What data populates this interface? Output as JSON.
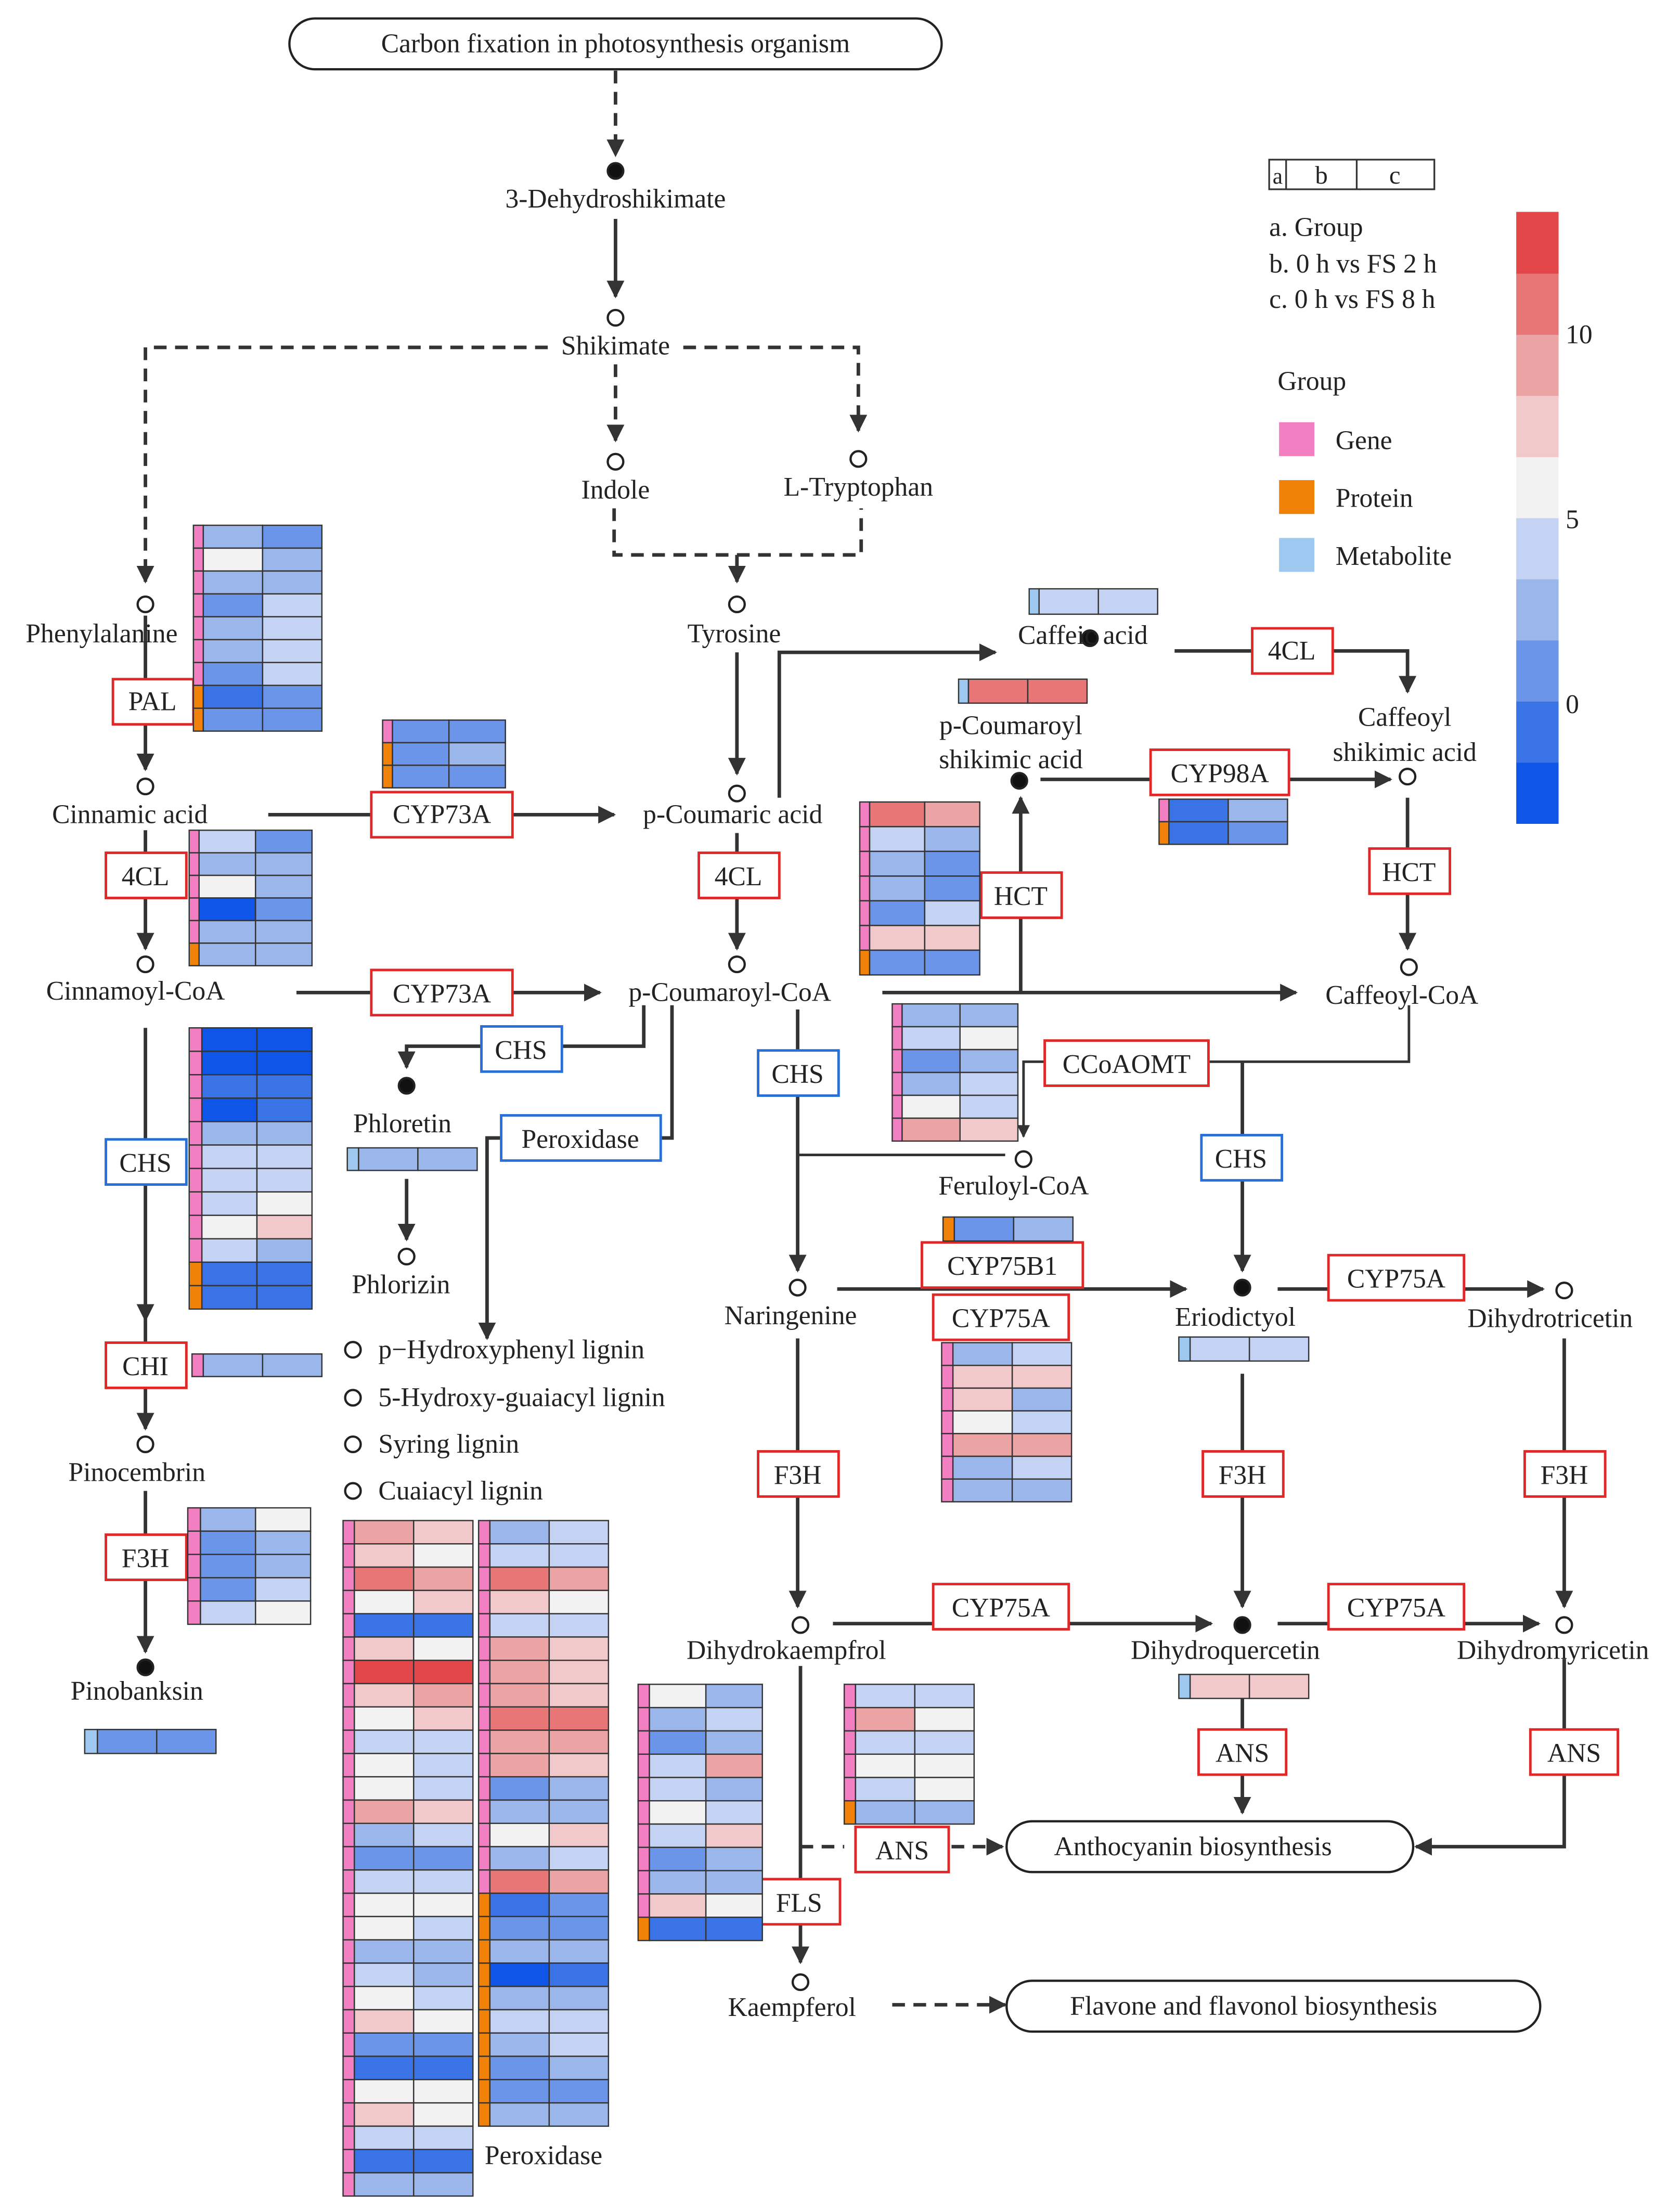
{
  "colors": {
    "gene": "#f27fc1",
    "protein": "#f0820a",
    "metabolite": "#9ec8ef",
    "enzyme_up": "#e02828",
    "enzyme_other": "#2a6fd6",
    "line": "#333333"
  },
  "scale": {
    "stops": [
      "#0f55e8",
      "#3a73e6",
      "#6a95e8",
      "#9bb6eb",
      "#c4d3f3",
      "#f2f2f2",
      "#f2c9cb",
      "#eca3a4",
      "#e87677",
      "#e4474a"
    ],
    "ticks": [
      "10",
      "5",
      "0"
    ]
  },
  "legend": {
    "key_a": "a",
    "key_b": "b",
    "key_c": "c",
    "line_a": "a. Group",
    "line_b": "b. 0 h vs FS 2 h",
    "line_c": "c. 0 h vs FS 8 h",
    "group_title": "Group",
    "gene": "Gene",
    "protein": "Protein",
    "metabolite": "Metabolite"
  },
  "pathways": {
    "top": "Carbon fixation in photosynthesis organism",
    "anthocyanin": "Anthocyanin biosynthesis",
    "flavone": "Flavone and flavonol biosynthesis"
  },
  "compounds": {
    "dehydroshikimate": "3-Dehydroshikimate",
    "shikimate": "Shikimate",
    "indole": "Indole",
    "tryptophan": "L-Tryptophan",
    "phenylalanine": "Phenylalanine",
    "tyrosine": "Tyrosine",
    "caffeic": "Caffeic acid",
    "pcoumaroyl_shik_1": "p-Coumaroyl",
    "pcoumaroyl_shik_2": "shikimic acid",
    "caffeoyl_shik_1": "Caffeoyl",
    "caffeoyl_shik_2": "shikimic acid",
    "cinnamic": "Cinnamic acid",
    "pcoumaric": "p-Coumaric acid",
    "cinnamoylcoa": "Cinnamoyl-CoA",
    "pcoumaroylcoa": "p-Coumaroyl-CoA",
    "caffeoylcoa": "Caffeoyl-CoA",
    "phloretin": "Phloretin",
    "phlorizin": "Phlorizin",
    "feruloylcoa": "Feruloyl-CoA",
    "naringenine": "Naringenine",
    "eriodictyol": "Eriodictyol",
    "dihydrotricetin": "Dihydrotricetin",
    "pinocembrin": "Pinocembrin",
    "pinobanksin": "Pinobanksin",
    "dihydrokaempfrol": "Dihydrokaempfrol",
    "dihydroquercetin": "Dihydroquercetin",
    "dihydromyricetin": "Dihydromyricetin",
    "kaempferol": "Kaempferol",
    "lignin1": "p−Hydroxyphenyl  lignin",
    "lignin2": "5-Hydroxy-guaiacyl lignin",
    "lignin3": "Syring lignin",
    "lignin4": "Cuaiacyl lignin",
    "peroxidase_label": "Peroxidase"
  },
  "enzymes": {
    "pal": "PAL",
    "cyp73a_1": "CYP73A",
    "cyp73a_2": "CYP73A",
    "cl4_1": "4CL",
    "cl4_2": "4CL",
    "cl4_3": "4CL",
    "hct_1": "HCT",
    "hct_2": "HCT",
    "cyp98a": "CYP98A",
    "chs_1": "CHS",
    "chs_2": "CHS",
    "chs_3": "CHS",
    "chs_4": "CHS",
    "peroxidase": "Peroxidase",
    "ccoaomt": "CCoAOMT",
    "cyp75b1": "CYP75B1",
    "cyp75a_1": "CYP75A",
    "cyp75a_2": "CYP75A",
    "cyp75a_3": "CYP75A",
    "cyp75a_4": "CYP75A",
    "chi": "CHI",
    "f3h_1": "F3H",
    "f3h_2": "F3H",
    "f3h_3": "F3H",
    "f3h_4": "F3H",
    "ans_1": "ANS",
    "ans_2": "ANS",
    "ans_3": "ANS",
    "fls": "FLS"
  },
  "heatmaps": [
    {
      "id": "pal",
      "rows": [
        [
          "g",
          3,
          2
        ],
        [
          "g",
          5,
          3
        ],
        [
          "g",
          3,
          3
        ],
        [
          "g",
          2,
          4
        ],
        [
          "g",
          3,
          4
        ],
        [
          "g",
          3,
          4
        ],
        [
          "g",
          2,
          4
        ],
        [
          "p",
          1,
          2
        ],
        [
          "p",
          2,
          2
        ]
      ]
    },
    {
      "id": "cyp73a",
      "rows": [
        [
          "g",
          2,
          2
        ],
        [
          "p",
          2,
          3
        ],
        [
          "p",
          2,
          2
        ]
      ]
    },
    {
      "id": "cl4_1",
      "rows": [
        [
          "g",
          4,
          2
        ],
        [
          "g",
          3,
          3
        ],
        [
          "g",
          5,
          3
        ],
        [
          "g",
          0,
          2
        ],
        [
          "g",
          3,
          3
        ],
        [
          "p",
          3,
          3
        ]
      ]
    },
    {
      "id": "cl4_2",
      "rows": [
        [
          "g",
          8,
          7
        ],
        [
          "g",
          4,
          3
        ],
        [
          "g",
          3,
          2
        ],
        [
          "g",
          3,
          2
        ],
        [
          "g",
          2,
          4
        ],
        [
          "g",
          6,
          6
        ],
        [
          "p",
          2,
          2
        ]
      ]
    },
    {
      "id": "cyp98a",
      "rows": [
        [
          "g",
          1,
          3
        ],
        [
          "p",
          1,
          2
        ]
      ]
    },
    {
      "id": "caffeic",
      "rows": [
        [
          "m",
          4,
          4
        ]
      ]
    },
    {
      "id": "pcoum_shik",
      "rows": [
        [
          "m",
          8,
          8
        ]
      ]
    },
    {
      "id": "ccoaomt",
      "rows": [
        [
          "g",
          3,
          3
        ],
        [
          "g",
          4,
          5
        ],
        [
          "g",
          2,
          3
        ],
        [
          "g",
          3,
          4
        ],
        [
          "g",
          5,
          4
        ],
        [
          "g",
          7,
          6
        ]
      ]
    },
    {
      "id": "chs_left",
      "rows": [
        [
          "g",
          0,
          0
        ],
        [
          "g",
          0,
          0
        ],
        [
          "g",
          1,
          1
        ],
        [
          "g",
          0,
          1
        ],
        [
          "g",
          3,
          3
        ],
        [
          "g",
          4,
          4
        ],
        [
          "g",
          4,
          4
        ],
        [
          "g",
          4,
          5
        ],
        [
          "g",
          5,
          6
        ],
        [
          "g",
          4,
          3
        ],
        [
          "p",
          1,
          1
        ],
        [
          "p",
          1,
          1
        ]
      ]
    },
    {
      "id": "chi",
      "rows": [
        [
          "g",
          3,
          3
        ]
      ]
    },
    {
      "id": "f3h_left",
      "rows": [
        [
          "g",
          3,
          5
        ],
        [
          "g",
          2,
          3
        ],
        [
          "g",
          2,
          3
        ],
        [
          "g",
          2,
          4
        ],
        [
          "g",
          4,
          5
        ]
      ]
    },
    {
      "id": "pinobanksin",
      "rows": [
        [
          "m",
          2,
          2
        ]
      ]
    },
    {
      "id": "phloretin",
      "rows": [
        [
          "m",
          3,
          3
        ]
      ]
    },
    {
      "id": "cyp75b1",
      "rows": [
        [
          "p",
          2,
          3
        ]
      ]
    },
    {
      "id": "cyp75a",
      "rows": [
        [
          "g",
          3,
          4
        ],
        [
          "g",
          6,
          6
        ],
        [
          "g",
          6,
          3
        ],
        [
          "g",
          5,
          4
        ],
        [
          "g",
          7,
          7
        ],
        [
          "g",
          3,
          4
        ],
        [
          "g",
          3,
          3
        ]
      ]
    },
    {
      "id": "eriodictyol",
      "rows": [
        [
          "m",
          4,
          4
        ]
      ]
    },
    {
      "id": "dihydroquercetin",
      "rows": [
        [
          "m",
          6,
          6
        ]
      ]
    },
    {
      "id": "dk_left",
      "rows": [
        [
          "g",
          5,
          3
        ],
        [
          "g",
          3,
          4
        ],
        [
          "g",
          2,
          3
        ],
        [
          "g",
          4,
          7
        ],
        [
          "g",
          4,
          3
        ],
        [
          "g",
          5,
          4
        ],
        [
          "g",
          4,
          6
        ],
        [
          "g",
          2,
          3
        ],
        [
          "g",
          3,
          3
        ],
        [
          "g",
          6,
          5
        ],
        [
          "p",
          1,
          1
        ]
      ]
    },
    {
      "id": "dk_right",
      "rows": [
        [
          "g",
          4,
          4
        ],
        [
          "g",
          7,
          5
        ],
        [
          "g",
          4,
          4
        ],
        [
          "g",
          5,
          5
        ],
        [
          "g",
          4,
          5
        ],
        [
          "p",
          3,
          3
        ]
      ]
    },
    {
      "id": "perox_a",
      "rows": [
        [
          "g",
          7,
          6
        ],
        [
          "g",
          6,
          5
        ],
        [
          "g",
          8,
          7
        ],
        [
          "g",
          5,
          6
        ],
        [
          "g",
          1,
          1
        ],
        [
          "g",
          6,
          5
        ],
        [
          "g",
          9,
          9
        ],
        [
          "g",
          6,
          7
        ],
        [
          "g",
          5,
          6
        ],
        [
          "g",
          4,
          4
        ],
        [
          "g",
          5,
          4
        ],
        [
          "g",
          5,
          4
        ],
        [
          "g",
          7,
          6
        ],
        [
          "g",
          3,
          4
        ],
        [
          "g",
          2,
          2
        ],
        [
          "g",
          4,
          4
        ],
        [
          "g",
          5,
          5
        ],
        [
          "g",
          5,
          4
        ],
        [
          "g",
          3,
          3
        ],
        [
          "g",
          4,
          3
        ],
        [
          "g",
          5,
          4
        ],
        [
          "g",
          6,
          5
        ],
        [
          "g",
          2,
          2
        ],
        [
          "g",
          1,
          1
        ],
        [
          "g",
          5,
          5
        ],
        [
          "g",
          6,
          5
        ],
        [
          "g",
          4,
          4
        ],
        [
          "g",
          1,
          1
        ],
        [
          "g",
          3,
          3
        ]
      ]
    },
    {
      "id": "perox_b",
      "rows": [
        [
          "g",
          3,
          4
        ],
        [
          "g",
          4,
          4
        ],
        [
          "g",
          8,
          7
        ],
        [
          "g",
          6,
          5
        ],
        [
          "g",
          4,
          4
        ],
        [
          "g",
          7,
          6
        ],
        [
          "g",
          7,
          6
        ],
        [
          "g",
          7,
          6
        ],
        [
          "g",
          8,
          8
        ],
        [
          "g",
          7,
          7
        ],
        [
          "g",
          7,
          6
        ],
        [
          "g",
          2,
          3
        ],
        [
          "g",
          3,
          3
        ],
        [
          "g",
          5,
          6
        ],
        [
          "g",
          3,
          4
        ],
        [
          "g",
          8,
          7
        ],
        [
          "p",
          1,
          2
        ],
        [
          "p",
          2,
          2
        ],
        [
          "p",
          3,
          3
        ],
        [
          "p",
          0,
          1
        ],
        [
          "p",
          3,
          3
        ],
        [
          "p",
          4,
          4
        ],
        [
          "p",
          3,
          4
        ],
        [
          "p",
          2,
          3
        ],
        [
          "p",
          2,
          2
        ],
        [
          "p",
          3,
          3
        ]
      ]
    }
  ]
}
